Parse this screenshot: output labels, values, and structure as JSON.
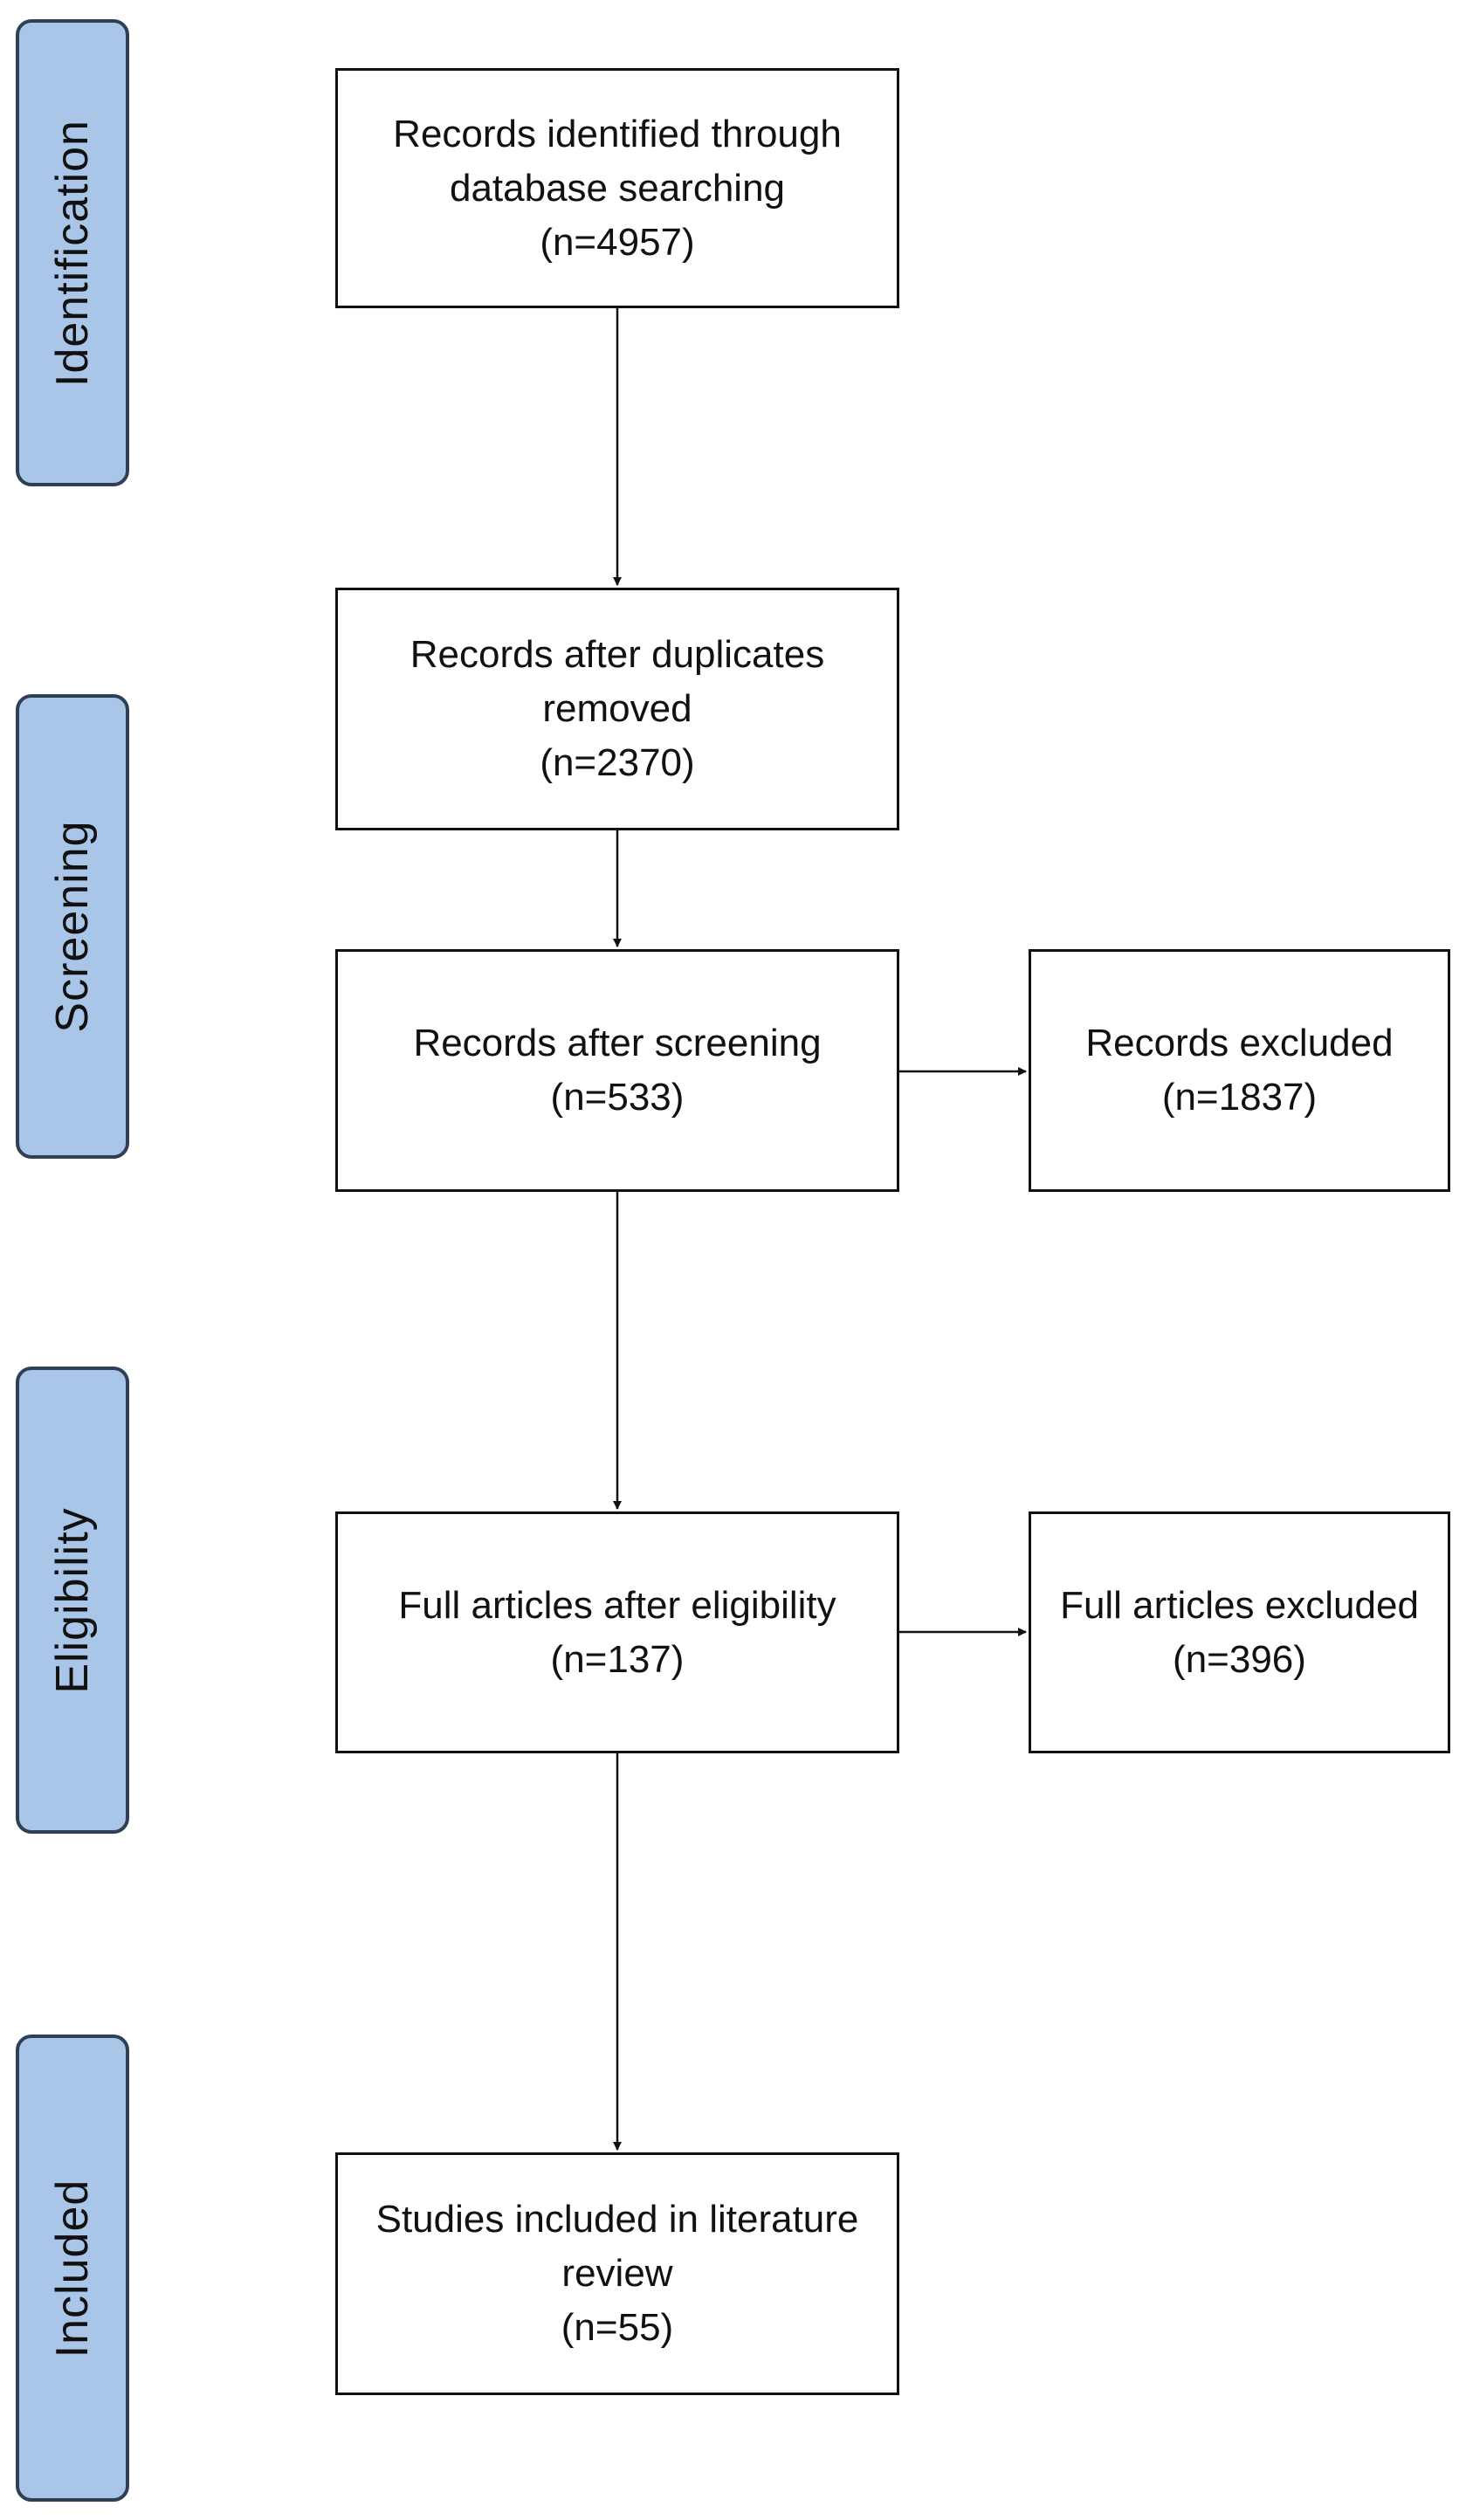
{
  "stages": [
    {
      "id": "identification",
      "label": "Identification"
    },
    {
      "id": "screening",
      "label": "Screening"
    },
    {
      "id": "eligibility",
      "label": "Eligibility"
    },
    {
      "id": "included",
      "label": "Included"
    }
  ],
  "boxes": {
    "identified": {
      "line1": "Records identified through",
      "line2": "database searching",
      "count": "(n=4957)"
    },
    "deduplicated": {
      "line1": "Records after duplicates",
      "line2": "removed",
      "count": "(n=2370)"
    },
    "screened": {
      "line1": "Records after screening",
      "count": "(n=533)"
    },
    "excluded_records": {
      "line1": "Records excluded",
      "count": "(n=1837)"
    },
    "eligible": {
      "line1": "Full articles after eligibility",
      "count": "(n=137)"
    },
    "excluded_articles": {
      "line1": "Full articles excluded",
      "count": "(n=396)"
    },
    "included": {
      "line1": "Studies included in literature",
      "line2": "review",
      "count": "(n=55)"
    }
  },
  "colors": {
    "stage_fill": "#a9c6e8",
    "stage_border": "#2f3f55",
    "box_border": "#111111",
    "connector": "#111111"
  }
}
